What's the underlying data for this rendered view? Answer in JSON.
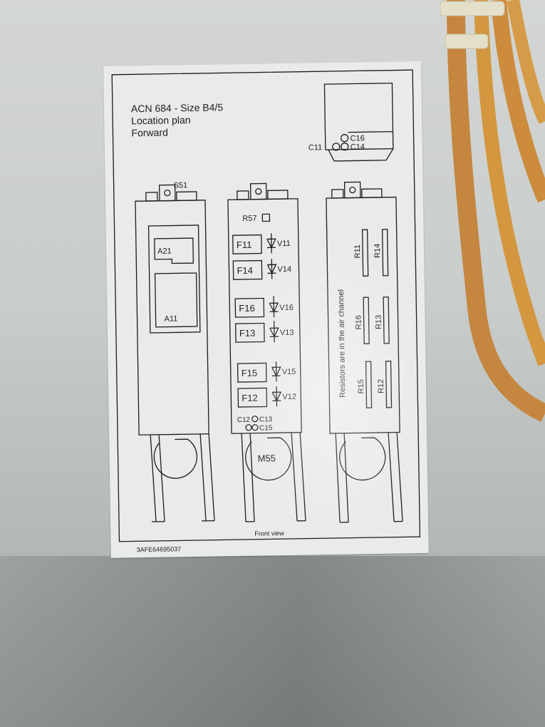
{
  "label": {
    "title_lines": [
      "ACN 684 - Size B4/5",
      "Location plan",
      "Forward"
    ],
    "document_number": "3AFE64695037",
    "footer_caption": "Front view",
    "colors": {
      "label_bg": "#e9ebea",
      "line": "#1b1b1b",
      "wall": "#cfd3d1",
      "cable": "#c98a3e"
    }
  },
  "top_unit": {
    "capacitors": [
      "C11",
      "C16",
      "C14"
    ]
  },
  "module_left": {
    "switch": "S51",
    "boards": [
      "A21",
      "A11"
    ]
  },
  "module_middle": {
    "resistor": "R57",
    "fuse_diode_pairs": [
      {
        "fuse": "F11",
        "diode": "V11"
      },
      {
        "fuse": "F14",
        "diode": "V14"
      },
      {
        "fuse": "F16",
        "diode": "V16"
      },
      {
        "fuse": "F13",
        "diode": "V13"
      },
      {
        "fuse": "F15",
        "diode": "V15"
      },
      {
        "fuse": "F12",
        "diode": "V12"
      }
    ],
    "capacitors_row1": [
      "C12",
      "C13"
    ],
    "capacitors_row2": [
      "C15"
    ],
    "fan": "M55"
  },
  "module_right": {
    "note": "Resistors are in the air channel",
    "resistors": [
      "R11",
      "R14",
      "R16",
      "R13",
      "R15",
      "R12"
    ]
  }
}
